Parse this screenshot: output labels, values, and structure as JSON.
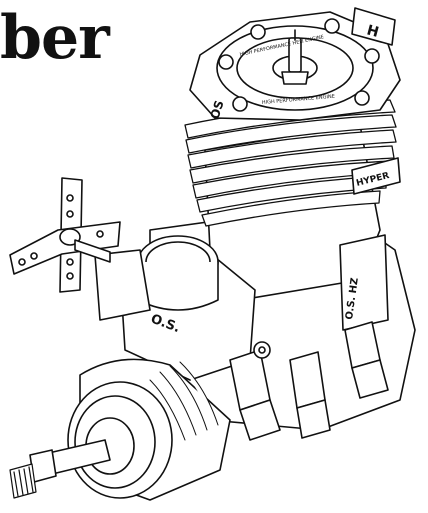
{
  "title_fragment": "ber",
  "head_logo": "OS",
  "body_logo": "O.S.",
  "head_ring_top": "HIGH PERFORMANCE HELI ENGINE",
  "head_ring_bottom": "HIGH PERFORMANCE ENGINE",
  "fin_badge": "HYPER",
  "side_plate": "O.S. HZ",
  "head_mark": "H",
  "colors": {
    "ink": "#111111",
    "paper": "#ffffff"
  }
}
